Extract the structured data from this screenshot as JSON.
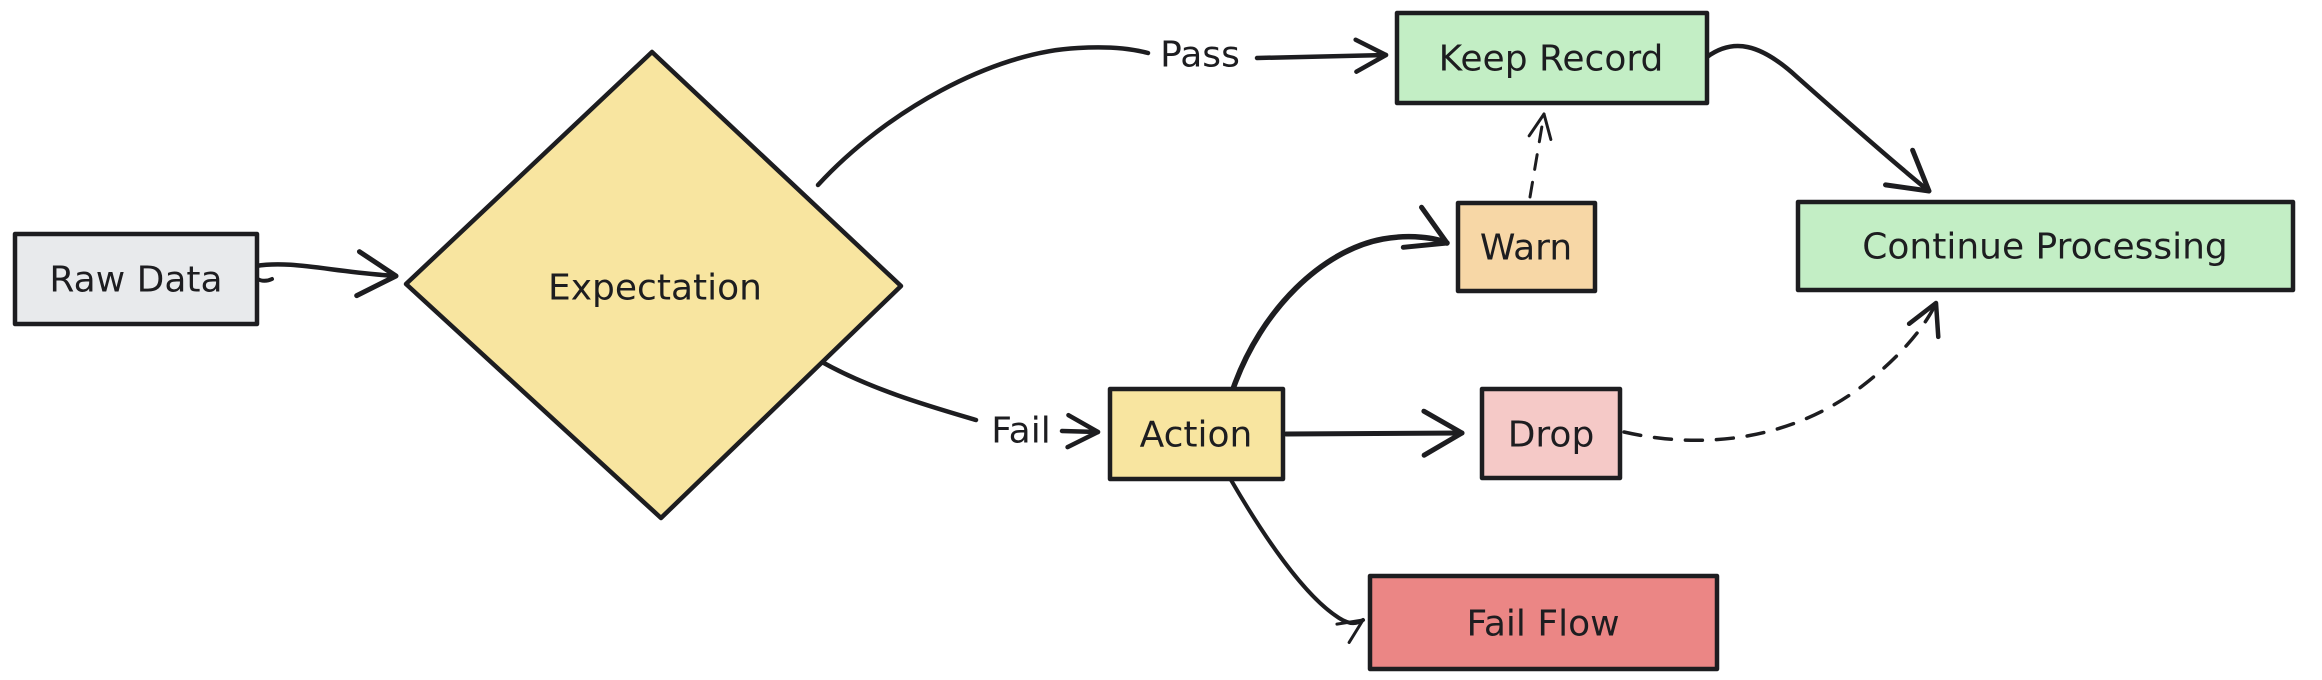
{
  "diagram": {
    "background": "#ffffff",
    "stroke_color": "#1d1d20",
    "nodes": {
      "raw_data": {
        "label": "Raw Data",
        "shape": "rectangle",
        "fill": "#e8eaec"
      },
      "expectation": {
        "label": "Expectation",
        "shape": "diamond",
        "fill": "#f8e5a0"
      },
      "keep_record": {
        "label": "Keep Record",
        "shape": "rectangle",
        "fill": "#c3eec5"
      },
      "warn": {
        "label": "Warn",
        "shape": "rectangle",
        "fill": "#f7d7a6"
      },
      "action": {
        "label": "Action",
        "shape": "rectangle",
        "fill": "#f8e5a0"
      },
      "drop": {
        "label": "Drop",
        "shape": "rectangle",
        "fill": "#f5c9c7"
      },
      "fail_flow": {
        "label": "Fail Flow",
        "shape": "rectangle",
        "fill": "#eb8685"
      },
      "continue_processing": {
        "label": "Continue Processing",
        "shape": "rectangle",
        "fill": "#c3eec5"
      }
    },
    "edge_labels": {
      "pass": "Pass",
      "fail": "Fail"
    },
    "edges": [
      {
        "from": "raw_data",
        "to": "expectation",
        "style": "solid"
      },
      {
        "from": "expectation",
        "to": "keep_record",
        "style": "solid",
        "label": "Pass"
      },
      {
        "from": "expectation",
        "to": "action",
        "style": "solid",
        "label": "Fail"
      },
      {
        "from": "action",
        "to": "warn",
        "style": "solid"
      },
      {
        "from": "action",
        "to": "drop",
        "style": "solid"
      },
      {
        "from": "action",
        "to": "fail_flow",
        "style": "solid"
      },
      {
        "from": "warn",
        "to": "keep_record",
        "style": "dashed"
      },
      {
        "from": "keep_record",
        "to": "continue_processing",
        "style": "solid"
      },
      {
        "from": "drop",
        "to": "continue_processing",
        "style": "dashed"
      }
    ]
  }
}
